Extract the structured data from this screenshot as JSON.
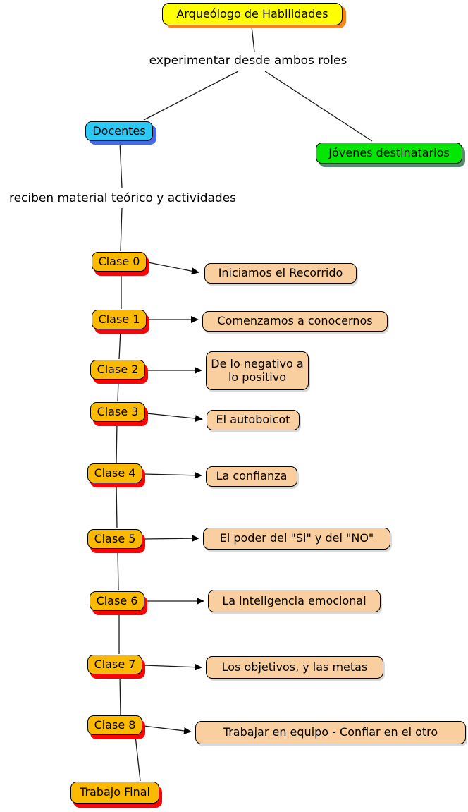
{
  "title": "Arqueólogo de Habilidades",
  "phrases": {
    "roles_link": "experimentar desde ambos roles",
    "material_link": "reciben material teórico y actividades"
  },
  "roles": {
    "teachers": "Docentes",
    "youth": "Jóvenes destinatarios"
  },
  "classes": [
    {
      "label": "Clase 0",
      "topic": "Iniciamos el Recorrido"
    },
    {
      "label": "Clase 1",
      "topic": "Comenzamos a conocernos"
    },
    {
      "label": "Clase 2",
      "topic": "De lo negativo a lo positivo"
    },
    {
      "label": "Clase 3",
      "topic": "El autoboicot"
    },
    {
      "label": "Clase 4",
      "topic": "La confianza"
    },
    {
      "label": "Clase 5",
      "topic": "El poder del \"Si\" y del \"NO\""
    },
    {
      "label": "Clase 6",
      "topic": "La inteligencia emocional"
    },
    {
      "label": "Clase 7",
      "topic": "Los objetivos, y las metas"
    },
    {
      "label": "Clase 8",
      "topic": "Trabajar en equipo - Confiar en el otro"
    }
  ],
  "final_node": "Trabajo Final",
  "colors": {
    "node-yellow": "#FFFF00",
    "shadow-orange": "#F5831E",
    "node-cyan": "#2CC9F5",
    "shadow-blue": "#4967E6",
    "node-green": "#06E606",
    "shadow-green": "#5B8A71",
    "node-amber": "#FBBA00",
    "shadow-red": "#FB0307",
    "node-peach": "#FACFA0"
  }
}
